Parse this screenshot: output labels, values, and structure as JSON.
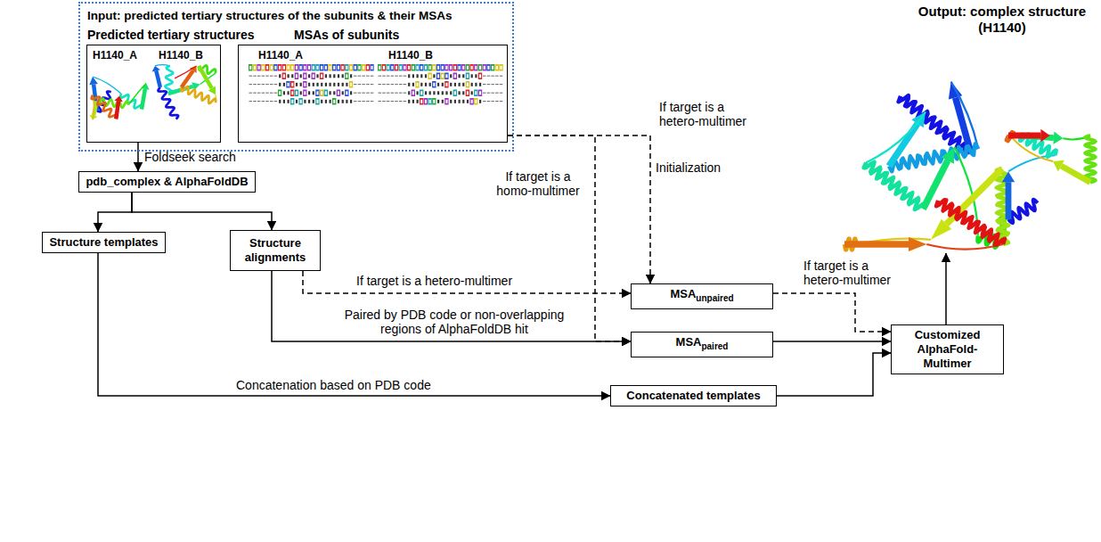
{
  "diagram": {
    "nodes": [
      {
        "text": [
          "Input: predicted tertiary structures of the subunits & their MSAs"
        ]
      },
      {
        "text": [
          "Predicted tertiary structures",
          "H1140_A",
          "H1140_B"
        ],
        "in": 0
      },
      {
        "text": [
          "MSAs of subunits",
          "H1140_A",
          "H1140_B"
        ],
        "in": 0
      },
      {
        "text": [
          "pdb_complex & AlphaFoldDB"
        ]
      },
      {
        "text": [
          "Structure templates"
        ]
      },
      {
        "text": [
          "Structure alignments"
        ]
      },
      {
        "text": [
          "MSAunpaired"
        ]
      },
      {
        "text": [
          "MSApaired"
        ]
      },
      {
        "text": [
          "Concatenated templates"
        ]
      },
      {
        "text": [
          "Customized AlphaFold-Multimer"
        ]
      },
      {
        "text": [
          "Output: complex structure (H1140)"
        ]
      }
    ],
    "edges": [
      {
        "from": 1,
        "to": 3,
        "arrow": "to",
        "label": "Foldseek search"
      },
      {
        "from": 3,
        "to": 4,
        "arrow": "to"
      },
      {
        "from": 3,
        "to": 5,
        "arrow": "to"
      },
      {
        "from": 2,
        "to": 6,
        "arrow": "to",
        "label": "If target is a hetero-multimer"
      },
      {
        "from": 2,
        "to": 7,
        "arrow": "to",
        "label": "If target is a homo-multimer"
      },
      {
        "from": 5,
        "to": 6,
        "arrow": "to",
        "label": "If target is a hetero-multimer"
      },
      {
        "from": 5,
        "to": 7,
        "arrow": "to",
        "label": "Paired by PDB code or non-overlapping regions of AlphaFoldDB hit"
      },
      {
        "from": 4,
        "to": 8,
        "arrow": "to",
        "label": "Concatenation based on PDB code"
      },
      {
        "from": 6,
        "to": 9,
        "arrow": "to",
        "label": "If target is a hetero-multimer"
      },
      {
        "from": 7,
        "to": 9,
        "arrow": "to"
      },
      {
        "from": 8,
        "to": 9,
        "arrow": "to"
      },
      {
        "from": 9,
        "to": 10,
        "arrow": "to"
      }
    ],
    "labels": [
      "Initialization"
    ]
  }
}
